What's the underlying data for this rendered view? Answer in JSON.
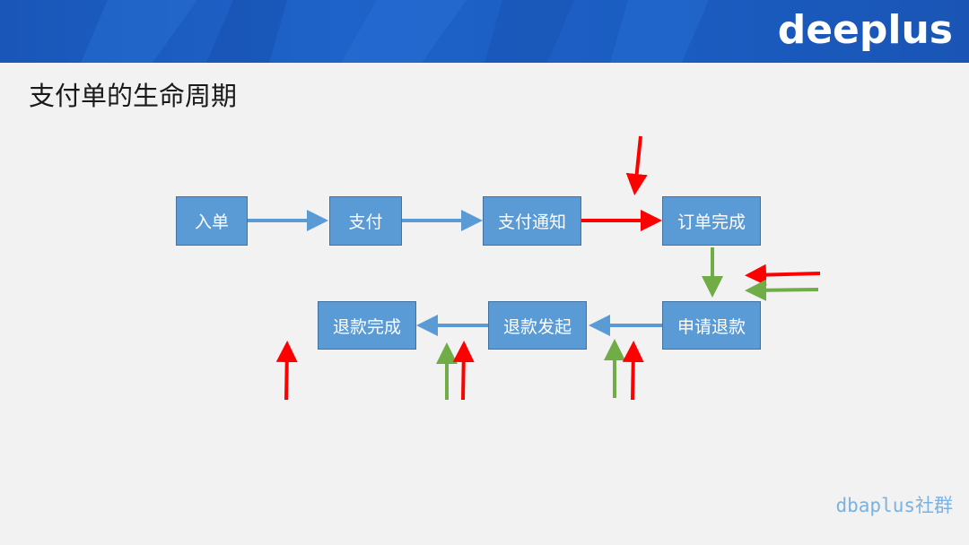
{
  "header": {
    "logo_text": "deeplus",
    "banner_color": "#1e63c9"
  },
  "slide": {
    "title": "支付单的生命周期"
  },
  "diagram": {
    "nodes": {
      "n1": "入单",
      "n2": "支付",
      "n3": "支付通知",
      "n4": "订单完成",
      "n5": "申请退款",
      "n6": "退款发起",
      "n7": "退款完成"
    },
    "colors": {
      "box_fill": "#5b9bd5",
      "flow_arrow": "#5b9bd5",
      "red_arrow": "#ff0000",
      "green_arrow": "#70ad47"
    }
  },
  "footer": {
    "watermark": "dbaplus社群"
  }
}
